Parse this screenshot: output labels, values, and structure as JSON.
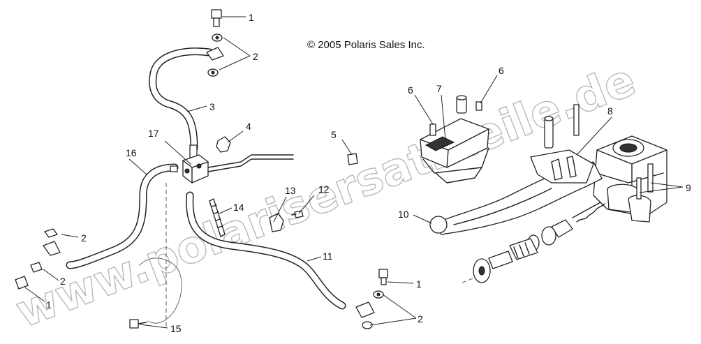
{
  "watermark": "www.polarisersatzteile.de",
  "copyright": "© 2005 Polaris Sales Inc.",
  "callouts": {
    "c1_top": "1",
    "c2_top": "2",
    "c3": "3",
    "c4": "4",
    "c5": "5",
    "c6_left": "6",
    "c6_right": "6",
    "c7": "7",
    "c8": "8",
    "c9": "9",
    "c10": "10",
    "c11": "11",
    "c12": "12",
    "c13": "13",
    "c14": "14",
    "c15": "15",
    "c16": "16",
    "c17": "17",
    "c2_left_upper": "2",
    "c2_left_lower": "2",
    "c1_left": "1",
    "c1_bottom": "1",
    "c2_bottom": "2"
  }
}
